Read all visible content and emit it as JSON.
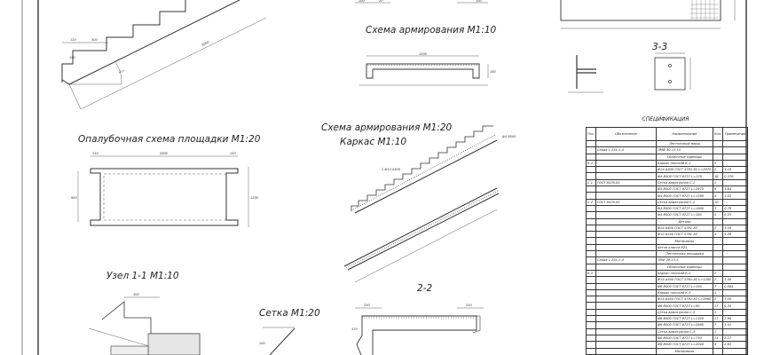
{
  "titles": {
    "formwork_landing": "Опалубочная схема площадки М1:20",
    "reinforcement_m110": "Схема армирования М1:10",
    "reinforcement_m120": "Схема армирования М1:20",
    "frame_m110": "Каркас М1:10",
    "node_1_1": "Узел 1-1 М1:10",
    "mesh": "Сетка М1:20",
    "section_2_2": "2-2",
    "section_3_3": "3-3"
  },
  "dims": {
    "stair_tread": "120",
    "stair_step": "300",
    "stair_rise": "150",
    "stair_angle": "27°",
    "stair_len": "3000",
    "top_left": "100",
    "top_20": "20",
    "top_right": "100",
    "reinf_len": "1200",
    "reinf_h": "180",
    "form_left": "150",
    "form_mid": "2800",
    "form_right": "150",
    "form_h": "960",
    "form_h2": "1200",
    "frame_bar": "2 Ф14 А400",
    "frame_d": "Ф4 В500",
    "node_300": "300",
    "mesh_h": "100",
    "sec_250": "250",
    "sec_h": "370"
  },
  "specification": {
    "title": "СПЕЦИФИКАЦИЯ",
    "columns": [
      "Поз.",
      "Обозначение",
      "Наименование",
      "Кол.",
      "Примечание"
    ],
    "rows": [
      [
        "",
        "",
        "Лестничный марш",
        "",
        ""
      ],
      [
        "",
        "Серия 1.251.1-4",
        "ЛМФ 30.12.15",
        "",
        ""
      ],
      [
        "",
        "",
        "Сборочные единицы",
        "",
        ""
      ],
      [
        "К-1",
        "",
        "Каркас плоский К-1",
        "2",
        ""
      ],
      [
        "",
        "",
        "Ф14-А400 ГОСТ 5781-82 L=2970",
        "2",
        "3.16"
      ],
      [
        "",
        "",
        "Ф4-В500 ГОСТ 6727 L=170",
        "38",
        "0.370"
      ],
      [
        "С-1",
        "ГОСТ 8478-81",
        "Сетка арматурная С-1",
        "1",
        ""
      ],
      [
        "",
        "",
        "Ф4 В500 ГОСТ 6727 L=2970",
        "6",
        "1.64"
      ],
      [
        "",
        "",
        "Ф4 В500 ГОСТ 6727 L=1780",
        "4",
        "1.52"
      ],
      [
        "С-2",
        "ГОСТ 8478-81",
        "Сетка арматурная С-2",
        "10",
        ""
      ],
      [
        "",
        "",
        "Ф4 В500 ГОСТ 6727 L=1980",
        "3",
        "0.79"
      ],
      [
        "",
        "",
        "Ф4 В500 ГОСТ 6727 L=150",
        "5",
        "0.23"
      ],
      [
        "",
        "",
        "Детали",
        "",
        ""
      ],
      [
        "",
        "",
        "Ф14 А400 ГОСТ 5781-82",
        "2",
        "3.16"
      ],
      [
        "",
        "",
        "Ф12 А240 ГОСТ 5781-82",
        "4",
        "4.26"
      ],
      [
        "",
        "",
        "Материалы",
        "",
        ""
      ],
      [
        "",
        "",
        "Бетон класса В25",
        "",
        ""
      ],
      [
        "",
        "",
        "Лестничная площадка",
        "",
        ""
      ],
      [
        "",
        "Серия 1.251.1-4",
        "ЛПФ 28.13-5",
        "",
        ""
      ],
      [
        "",
        "",
        "Сборочные единицы",
        "",
        ""
      ],
      [
        "К-2",
        "",
        "Каркас плоский К-2",
        "2",
        ""
      ],
      [
        "",
        "",
        "Ф14-А400 ГОСТ 5781-82 L=1280",
        "2",
        "3.00"
      ],
      [
        "",
        "",
        "Ф6 В500 ГОСТ 6727 L=150",
        "7",
        "0.064"
      ],
      [
        "",
        "",
        "Каркас плоский К-3",
        "1",
        ""
      ],
      [
        "",
        "",
        "Ф14-А400 ГОСТ 5781-82 L=2960",
        "2",
        "3.00"
      ],
      [
        "",
        "",
        "Ф6 В500 ГОСТ 6727 L=90",
        "17",
        "0.34"
      ],
      [
        "",
        "",
        "Сетка арматурная С-2",
        "1",
        ""
      ],
      [
        "",
        "",
        "Ф6 В500 ГОСТ 6727 L=1320",
        "17",
        "2.98"
      ],
      [
        "",
        "",
        "Ф6 В500 ГОСТ 6727 L=2880",
        "7",
        "3.51"
      ],
      [
        "",
        "",
        "Сетка арматурная С-3",
        "1",
        ""
      ],
      [
        "",
        "",
        "Ф6 В500 ГОСТ 6727 L=730",
        "14",
        "2.27"
      ],
      [
        "",
        "",
        "Ф6 В500 ГОСТ 6727 L=2048",
        "4",
        "2.63"
      ],
      [
        "",
        "",
        "Материалы",
        "",
        ""
      ]
    ]
  }
}
